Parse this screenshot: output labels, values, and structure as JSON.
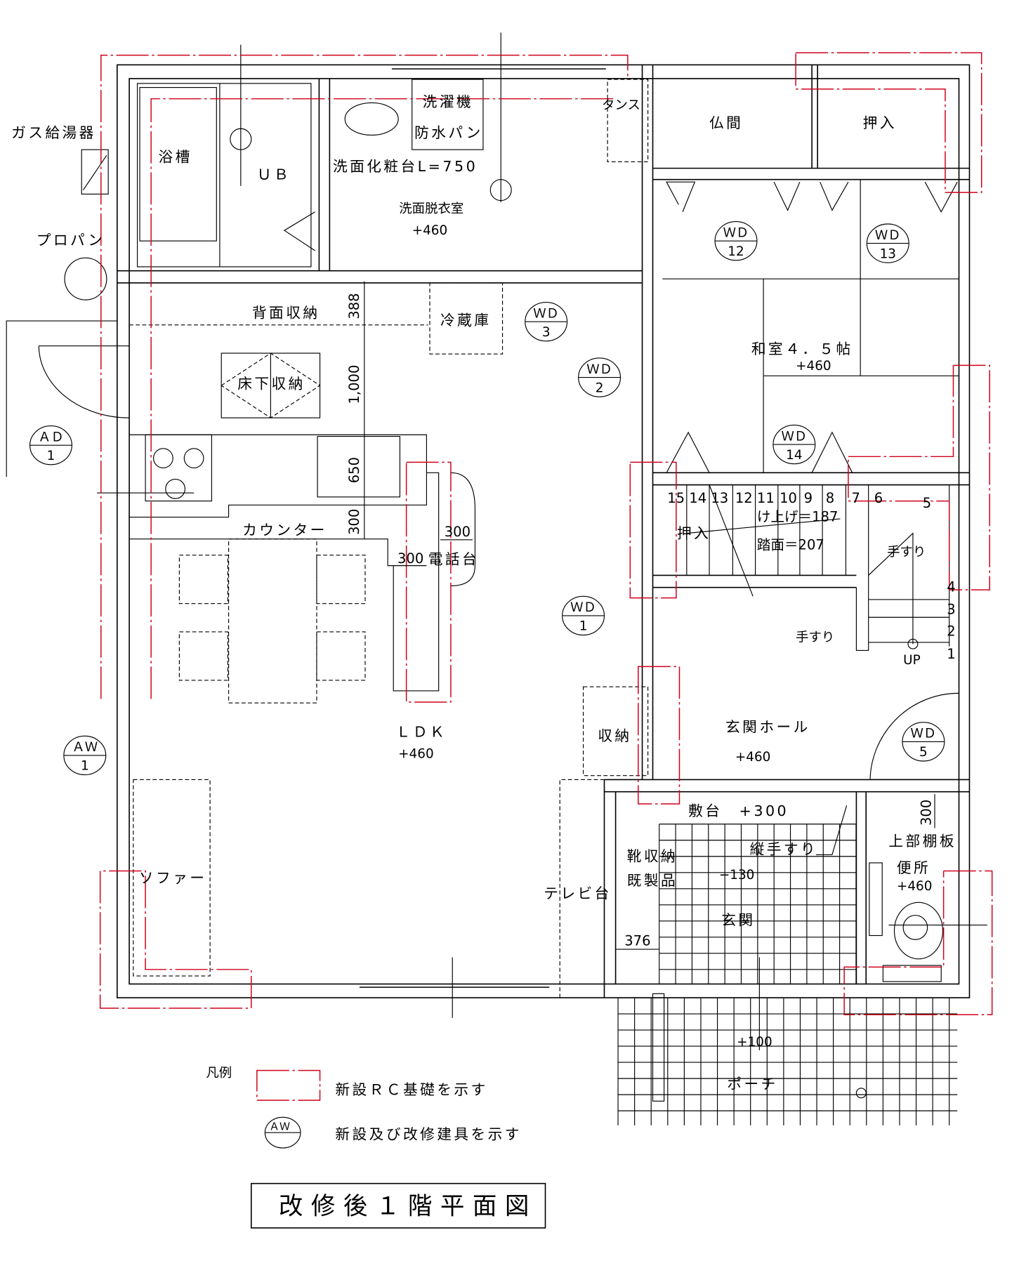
{
  "title": "改修後１階平面図",
  "legend": {
    "heading": "凡例",
    "rc_foundation": "新設ＲＣ基礎を示す",
    "fittings": "新設及び改修建具を示す",
    "fittings_symbol": "ＡＷ"
  },
  "exterior": {
    "gas_heater": "ガス給湯器",
    "propane": "プロパン"
  },
  "rooms": {
    "bathtub": "浴槽",
    "ub": "ＵＢ",
    "washer": "洗濯機",
    "waterproof_pan": "防水パン",
    "tansu": "タンス",
    "vanity": "洗面化粧台L=750",
    "washroom": "洗面脱衣室",
    "washroom_level": "+460",
    "butsuma": "仏間",
    "oshiire_top": "押入",
    "rear_storage": "背面収納",
    "fridge": "冷蔵庫",
    "underfloor": "床下収納",
    "washitsu": "和室４．５帖",
    "washitsu_level": "+460",
    "counter": "カウンター",
    "phone_stand": "電話台",
    "stair_closet": "押入",
    "riser": "け上げ＝187",
    "tread": "踏面＝207",
    "handrail_1": "手すり",
    "handrail_2": "手すり",
    "up": "UP",
    "ldk": "ＬＤＫ",
    "ldk_level": "+460",
    "storage": "収納",
    "hall": "玄関ホール",
    "hall_level": "+460",
    "step_stand": "敷台　+300",
    "vertical_rail": "縦手すり",
    "upper_shelf": "上部棚板",
    "toilet": "便所",
    "toilet_level": "+460",
    "shoe_storage": "靴収納",
    "ready_made": "既製品",
    "genkan_level": "−130",
    "genkan": "玄関",
    "sofa": "ソファー",
    "tv_stand": "テレビ台",
    "porch_level": "+100",
    "porch": "ポーチ"
  },
  "dimensions": {
    "d388": "388",
    "d1000": "1,000",
    "d650": "650",
    "d300a": "300",
    "d300b": "300",
    "d300c": "300",
    "d376": "376",
    "d300d": "300"
  },
  "stair_numbers": [
    "1",
    "2",
    "3",
    "4",
    "5",
    "6",
    "7",
    "8",
    "9",
    "10",
    "11",
    "12",
    "13",
    "14",
    "15"
  ],
  "fittings": [
    {
      "type": "ＷＤ",
      "no": "12"
    },
    {
      "type": "ＷＤ",
      "no": "13"
    },
    {
      "type": "ＷＤ",
      "no": "3"
    },
    {
      "type": "ＷＤ",
      "no": "2"
    },
    {
      "type": "ＷＤ",
      "no": "14"
    },
    {
      "type": "ＷＤ",
      "no": "1"
    },
    {
      "type": "ＷＤ",
      "no": "5"
    },
    {
      "type": "ＡＤ",
      "no": "1"
    },
    {
      "type": "ＡＷ",
      "no": "1"
    }
  ],
  "colors": {
    "rc_foundation": "#d0021b",
    "line": "#000000"
  }
}
